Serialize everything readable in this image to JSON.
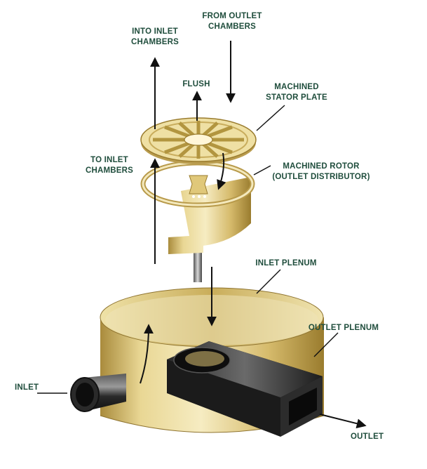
{
  "labels": {
    "from_outlet_chambers": "FROM OUTLET\nCHAMBERS",
    "into_inlet_chambers": "INTO INLET\nCHAMBERS",
    "flush": "FLUSH",
    "machined_stator_plate": "MACHINED\nSTATOR PLATE",
    "to_inlet_chambers": "TO INLET\nCHAMBERS",
    "machined_rotor": "MACHINED ROTOR\n(OUTLET DISTRIBUTOR)",
    "inlet_plenum": "INLET PLENUM",
    "outlet_plenum": "OUTLET PLENUM",
    "inlet": "INLET",
    "outlet": "OUTLET"
  },
  "colors": {
    "label_text": "#1f4d3c",
    "brass_light": "#f3e7b4",
    "brass_mid": "#d8bd6e",
    "brass_dark": "#9c7f2f",
    "pipe_dark": "#1a1a1a",
    "pipe_light": "#8a8a8a",
    "arrow": "#111111"
  }
}
